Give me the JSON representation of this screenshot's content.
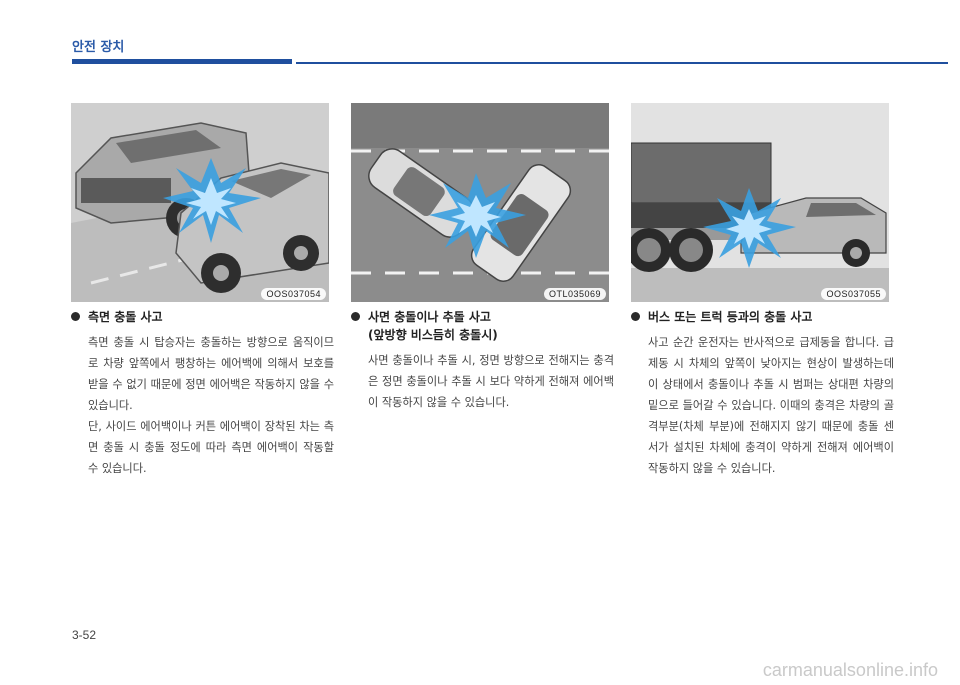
{
  "header": {
    "section_title": "안전 장치"
  },
  "figures": [
    {
      "code": "OOS037054",
      "icon": "side-collision-illustration"
    },
    {
      "code": "OTL035069",
      "icon": "oblique-collision-illustration"
    },
    {
      "code": "OOS037055",
      "icon": "truck-underride-illustration"
    }
  ],
  "sections": [
    {
      "title": "측면 충돌 사고",
      "subtitle": "",
      "paragraphs": [
        "측면 충돌 시 탑승자는 충돌하는 방향으로 움직이므로 차량 앞쪽에서 팽창하는 에어백에 의해서 보호를 받을 수 없기 때문에 정면 에어백은 작동하지 않을 수 있습니다.",
        "단, 사이드 에어백이나 커튼 에어백이 장착된 차는 측면 충돌 시 충돌 정도에 따라 측면 에어백이 작동할 수 있습니다."
      ]
    },
    {
      "title": "사면 충돌이나 추돌 사고",
      "subtitle": "(앞방향 비스듬히 충돌시)",
      "paragraphs": [
        "사면 충돌이나 추돌 시, 정면 방향으로 전해지는 충격은 정면 충돌이나 추돌 시 보다 약하게 전해져 에어백이 작동하지 않을 수 있습니다."
      ]
    },
    {
      "title": "버스 또는 트럭 등과의 충돌 사고",
      "subtitle": "",
      "paragraphs": [
        "사고 순간 운전자는 반사적으로 급제동을 합니다. 급제동 시 차체의 앞쪽이 낮아지는 현상이 발생하는데 이 상태에서 충돌이나 추돌 시 범퍼는 상대편 차량의 밑으로 들어갈 수 있습니다. 이때의 충격은 차량의 골격부분(차체 부분)에 전해지지 않기 때문에 충돌 센서가 설치된 차체에 충격이 약하게 전해져 에어백이 작동하지 않을 수 있습니다."
      ]
    }
  ],
  "footer": {
    "page_number": "3-52",
    "watermark": "carmanualsonline.info"
  }
}
